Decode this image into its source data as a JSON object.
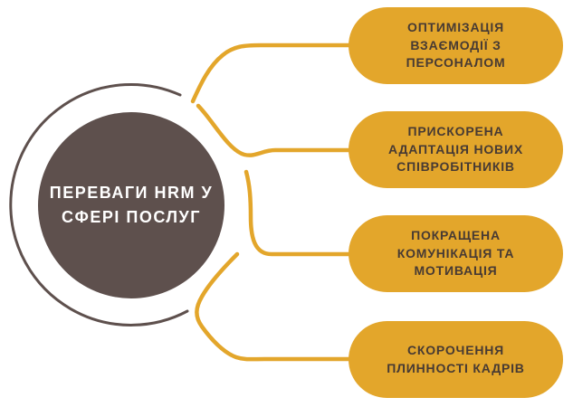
{
  "diagram": {
    "type": "hub-and-branches infographic",
    "hub": {
      "label": "ПЕРЕВАГИ HRM У\nСФЕРІ ПОСЛУГ"
    },
    "benefits": [
      {
        "label": "ОПТИМІЗАЦІЯ\nВЗАЄМОДІЇ З\nПЕРСОНАЛОМ"
      },
      {
        "label": "ПРИСКОРЕНА\nАДАПТАЦІЯ НОВИХ\nСПІВРОБІТНИКІВ"
      },
      {
        "label": "ПОКРАЩЕНА\nКОМУНІКАЦІЯ ТА\nМОТИВАЦІЯ"
      },
      {
        "label": "СКОРОЧЕННЯ\nПЛИННОСТІ КАДРІВ"
      }
    ],
    "colors": {
      "background": "#ffffff",
      "hub_fill": "#5e504d",
      "hub_ring_stroke": "#5e504d",
      "hub_text": "#ffffff",
      "pill_fill": "#e3a62b",
      "pill_text": "#473a33",
      "connector": "#e3a62b"
    }
  }
}
